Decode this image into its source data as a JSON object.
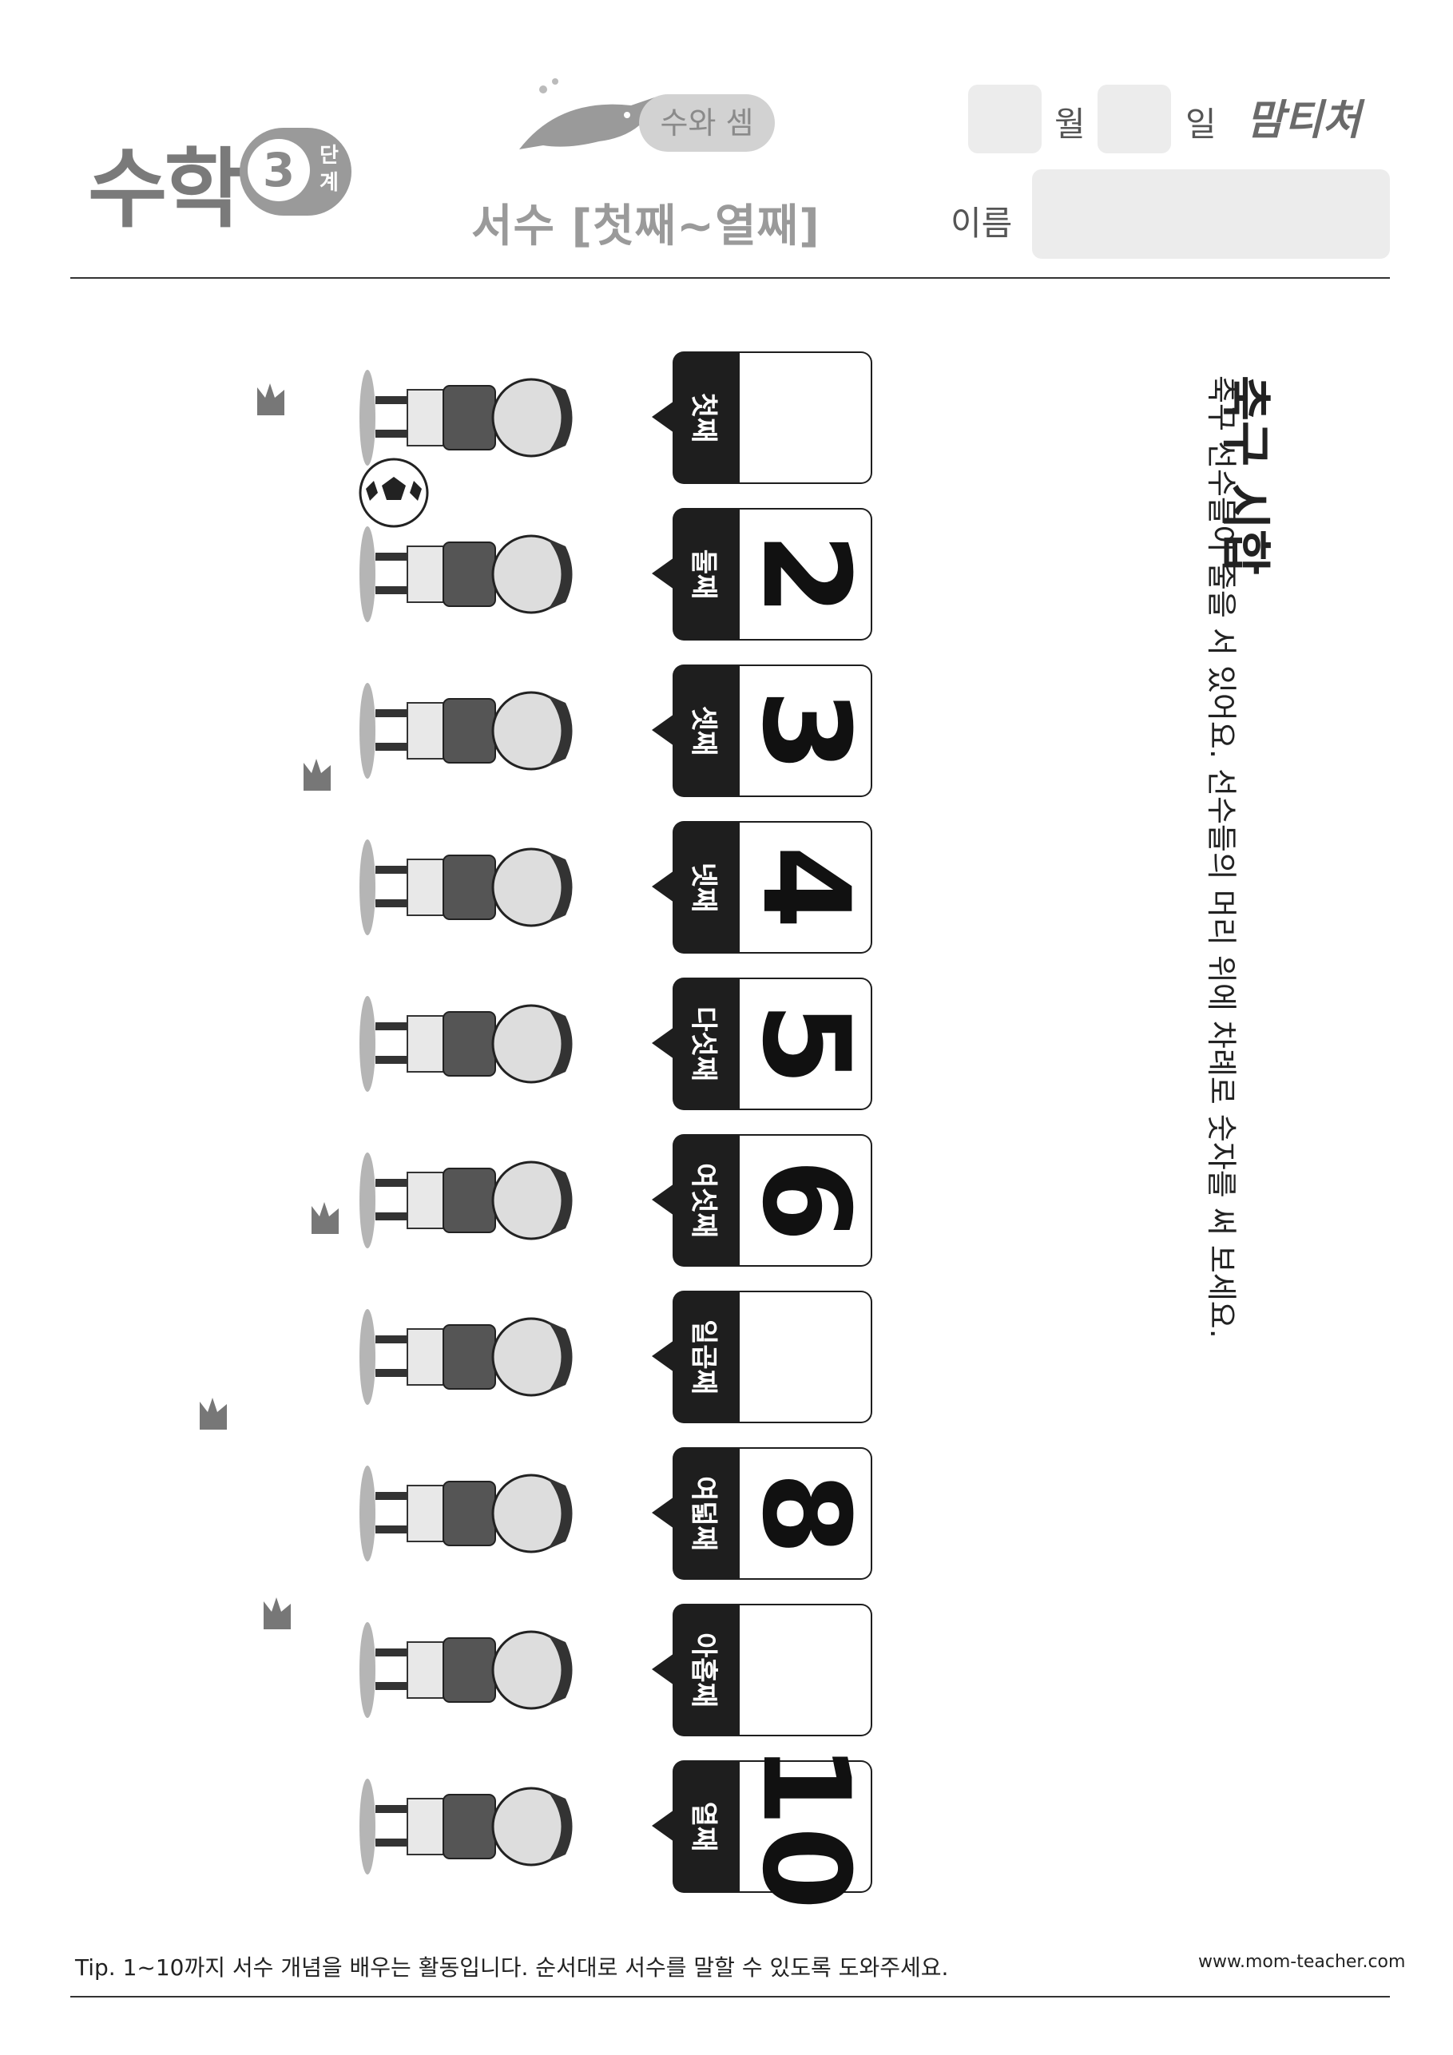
{
  "header": {
    "logo_text": "수학",
    "level_number": "3",
    "level_label": "단계",
    "topic": "수와 셈",
    "subtitle": "서수 [첫째~열째]",
    "month_label": "월",
    "day_label": "일",
    "brand": "맘티처",
    "name_label": "이름"
  },
  "instructions": {
    "title": "축구 시합",
    "text": "축구 선수들이 줄을 서 있어요. 선수들의 머리 위에 차례로 숫자를 써 보세요."
  },
  "rows": [
    {
      "ordinal": "첫째",
      "number": ""
    },
    {
      "ordinal": "둘째",
      "number": "2"
    },
    {
      "ordinal": "셋째",
      "number": "3"
    },
    {
      "ordinal": "넷째",
      "number": "4"
    },
    {
      "ordinal": "다섯째",
      "number": "5"
    },
    {
      "ordinal": "여섯째",
      "number": "6"
    },
    {
      "ordinal": "일곱째",
      "number": ""
    },
    {
      "ordinal": "여덟째",
      "number": "8"
    },
    {
      "ordinal": "아홉째",
      "number": ""
    },
    {
      "ordinal": "열째",
      "number": "10"
    }
  ],
  "footer": {
    "tip": "Tip. 1~10까지 서수 개념을 배우는 활동입니다. 순서대로 서수를 말할 수 있도록 도와주세요.",
    "website": "www.mom-teacher.com"
  }
}
